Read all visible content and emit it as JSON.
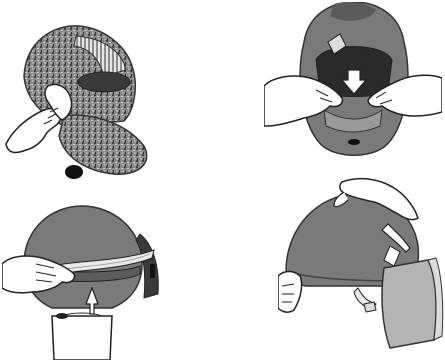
{
  "figure": {
    "panels": [
      {
        "id": "p1",
        "icon": "helmet-hood-removal-step-1"
      },
      {
        "id": "p2",
        "icon": "faceshield-latch-press-step-2"
      },
      {
        "id": "p3",
        "icon": "helmet-liner-insert-step-3"
      },
      {
        "id": "p4",
        "icon": "visor-attachment-step-4"
      }
    ]
  },
  "colors": {
    "helmet": "#7a7a7a",
    "helmet_dark": "#4a4a4a",
    "hand_fill": "#ffffff",
    "outline": "#222222",
    "visor": "#b4b4b4",
    "arrow_fill": "#ffffff"
  }
}
